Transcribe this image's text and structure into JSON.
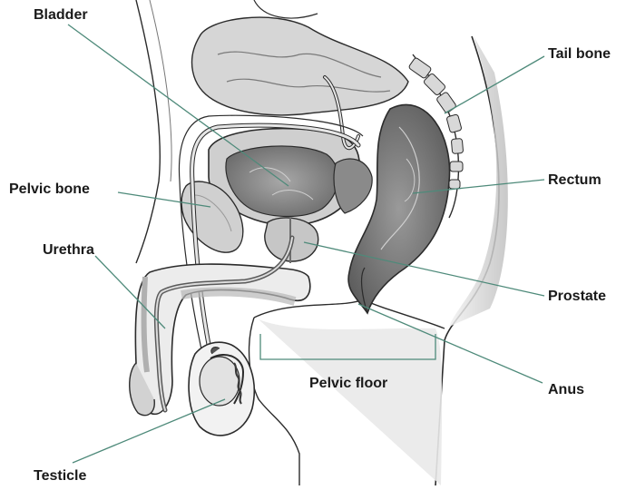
{
  "labels": {
    "bladder": "Bladder",
    "tail_bone": "Tail bone",
    "pelvic_bone": "Pelvic bone",
    "rectum": "Rectum",
    "urethra": "Urethra",
    "prostate": "Prostate",
    "pelvic_floor": "Pelvic floor",
    "anus": "Anus",
    "testicle": "Testicle"
  },
  "colors": {
    "leader_line": "#4e8a7a",
    "tissue_light": "#e4e4e4",
    "tissue_mid": "#bdbdbd",
    "tissue_dark": "#7a7a7a",
    "outline": "#2b2b2b"
  }
}
